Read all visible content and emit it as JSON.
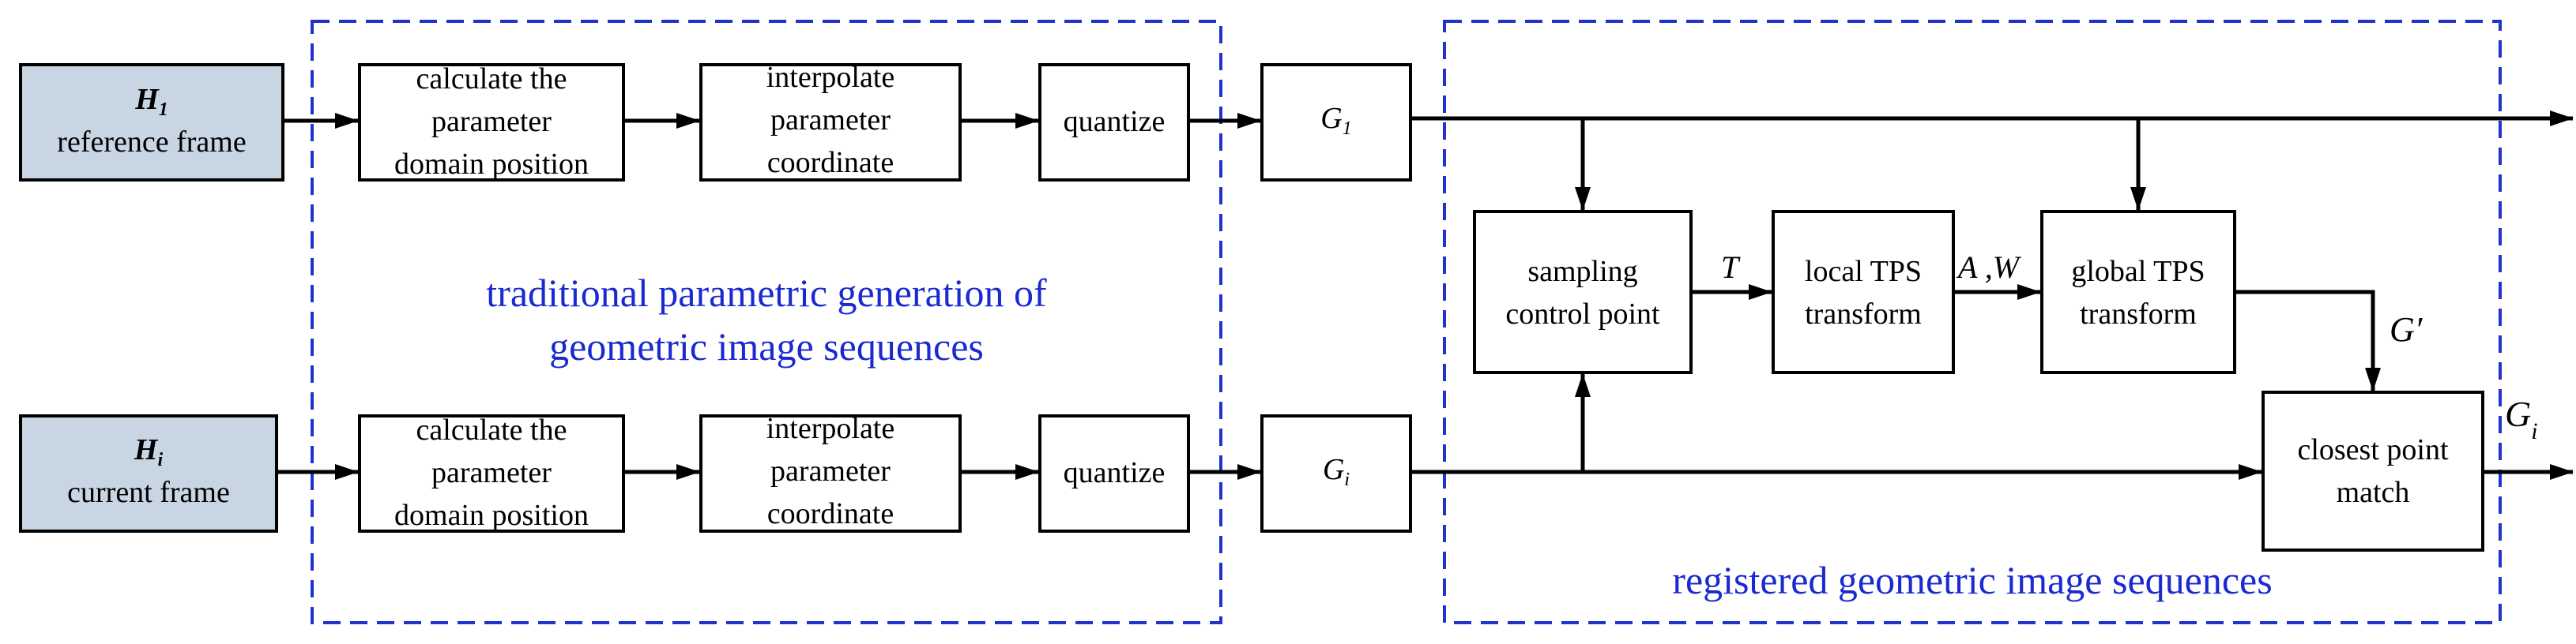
{
  "colors": {
    "input_fill": "#c8d6e4",
    "dashed_frame": "#2233cc",
    "caption_text": "#1a2ad0",
    "stroke": "#000000"
  },
  "inputs": {
    "reference": {
      "symbol": "H",
      "subscript": "1",
      "label": "reference frame"
    },
    "current": {
      "symbol": "H",
      "subscript": "i",
      "label": "current frame"
    }
  },
  "top_row": {
    "step1": [
      "calculate the",
      "parameter",
      "domain position"
    ],
    "step2": [
      "interpolate",
      "parameter",
      "coordinate"
    ],
    "step3": "quantize",
    "output": {
      "symbol": "G",
      "subscript": "1"
    }
  },
  "bottom_row": {
    "step1": [
      "calculate the",
      "parameter",
      "domain position"
    ],
    "step2": [
      "interpolate",
      "parameter",
      "coordinate"
    ],
    "step3": "quantize",
    "output": {
      "symbol": "G",
      "subscript": "i"
    }
  },
  "registration": {
    "sampling": [
      "sampling",
      "control point"
    ],
    "local_tps": [
      "local TPS",
      "transform"
    ],
    "global_tps": [
      "global TPS",
      "transform"
    ],
    "match": [
      "closest point",
      "match"
    ],
    "label_T": "T",
    "label_AW": "A ,W",
    "label_Gprime": "G′",
    "label_out": {
      "symbol": "G",
      "subscript": "i"
    }
  },
  "captions": {
    "left": [
      "traditional parametric generation of",
      "geometric image sequences"
    ],
    "right": "registered geometric image sequences"
  }
}
